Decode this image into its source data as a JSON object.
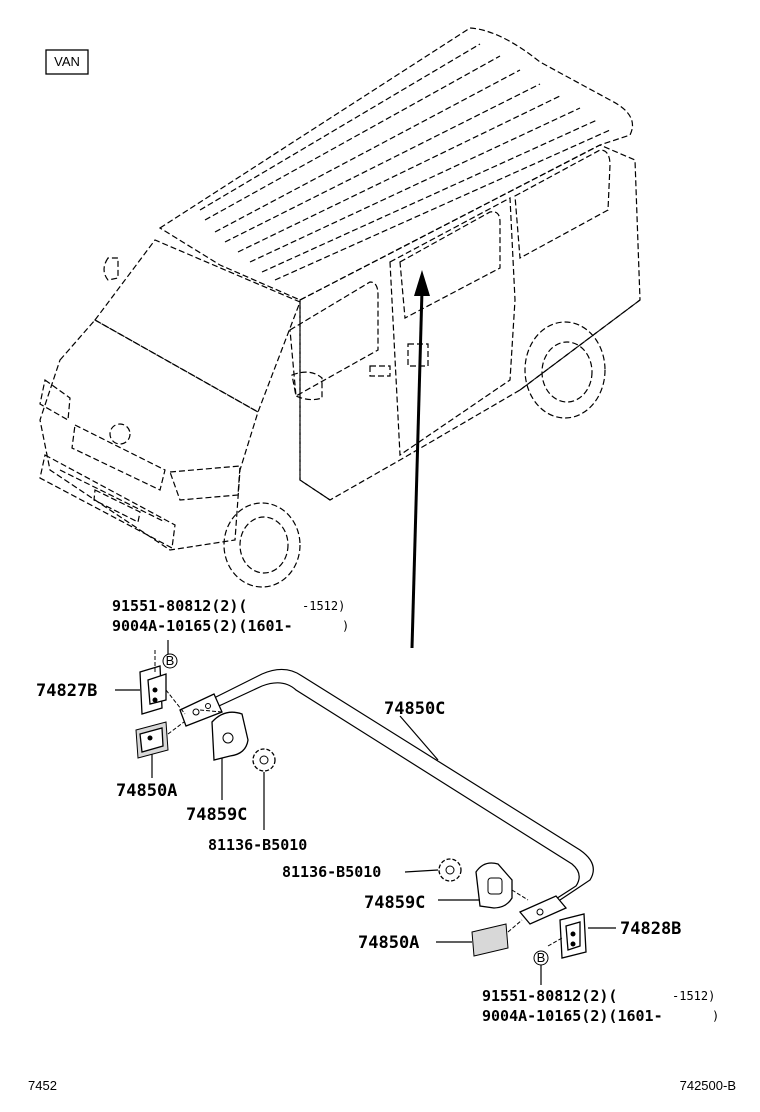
{
  "badge": "VAN",
  "labels": {
    "bolt_top_line1": "91551-80812(2)(",
    "bolt_top_range1": "-1512)",
    "bolt_top_line2": "9004A-10165(2)(1601-",
    "bolt_top_range2": ")",
    "hinge_left": "74827B",
    "rod": "74850C",
    "pad_left": "74850A",
    "holder_left": "74859C",
    "clip_left": "81136-B5010",
    "clip_right": "81136-B5010",
    "holder_right": "74859C",
    "pad_right": "74850A",
    "hinge_right": "74828B",
    "bolt_bottom_line1": "91551-80812(2)(",
    "bolt_bottom_range1": "-1512)",
    "bolt_bottom_line2": "9004A-10165(2)(1601-",
    "bolt_bottom_range2": ")",
    "bolt_marker": "B"
  },
  "footer": {
    "left": "7452",
    "right": "742500-B"
  }
}
